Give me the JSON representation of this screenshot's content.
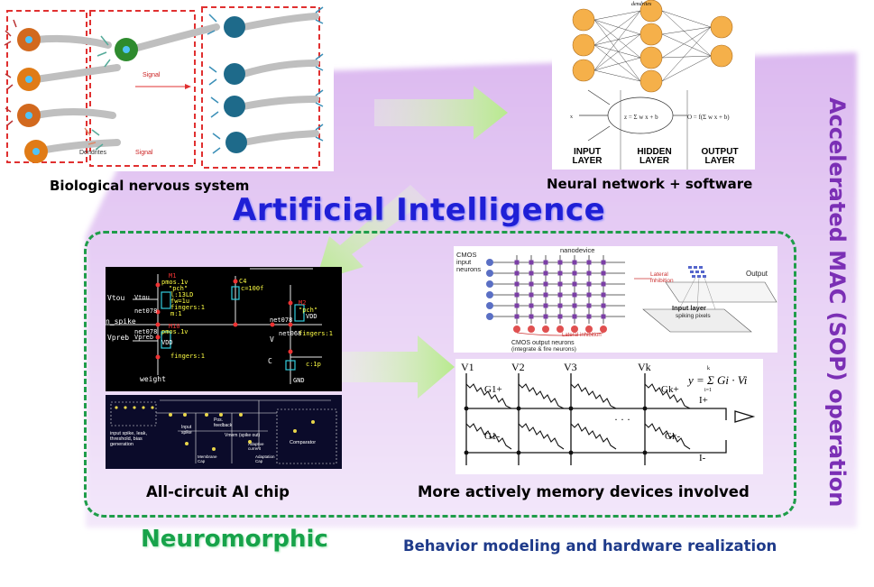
{
  "labels": {
    "biological": "Biological  nervous system",
    "neural_net": "Neural network + software",
    "artificial_intelligence": "Artificial Intelligence",
    "vertical": "Accelerated MAC (SOP) operation",
    "all_circuit": "All-circuit AI chip",
    "memory_devices": "More actively memory devices involved",
    "neuromorphic": "Neuromorphic",
    "behavior": "Behavior modeling and hardware realization"
  },
  "nn_image": {
    "dendrites": "dendrites",
    "input_layer": [
      "INPUT",
      "LAYER"
    ],
    "hidden_layer": [
      "HIDDEN",
      "LAYER"
    ],
    "output_layer": [
      "OUTPUT",
      "LAYER"
    ]
  },
  "bio_image": {
    "signal_1": "Signal",
    "signal_2": "Signal",
    "dendrites": "Dendrites"
  },
  "crossbar_image": {
    "cmos_input": [
      "CMOS",
      "input",
      "neurons"
    ],
    "nanodevice": "nanodevice",
    "lateral_inhibition": "Lateral inhibition",
    "lateral_inhibition_2": [
      "Lateral",
      "inhibition"
    ],
    "output": "Output",
    "input_layer": "Input layer",
    "spiking_pixels": "spiking pixels",
    "cmos_output": "CMOS output neurons",
    "cmos_output_2": "(integrate & fire neurons)"
  },
  "circuit_image": {
    "vtou": "Vtou",
    "vpreb": "Vpreb",
    "n_spike": "n_spike",
    "weight": "weight",
    "vmem": "V",
    "cmem": "C",
    "gnd": "GND",
    "c4": "C4",
    "c100": "c=100f",
    "c1p": "c:1p",
    "m1": "M1",
    "m2": "M2",
    "m10": "M10",
    "net078": "net078",
    "net068": "net068",
    "pmos": "pmos.1v",
    "pch": "\"pch\"",
    "vdd": "VDD",
    "w13": "l:13LD",
    "fw": "fw=1u",
    "fingers": "fingers:1",
    "m_1": "m:1"
  },
  "schematic_image": {
    "left_text": [
      "input spike, leak,",
      "threshold, bias",
      "generation"
    ],
    "pos_feedback": [
      "Pos.",
      "feedback"
    ],
    "input_spike": [
      "Input",
      "spike"
    ],
    "vmem_spike_out": "Vmem (spike out)",
    "adaptive": [
      "Adaptive",
      "current"
    ],
    "membrane": [
      "Membrane",
      "Cap"
    ],
    "comparator": "Comparator",
    "adaptation": [
      "Adaptation",
      "Cap"
    ]
  },
  "memory_image": {
    "v1": "V1",
    "v2": "V2",
    "v3": "V3",
    "vk": "Vk",
    "g1p": "G1+",
    "gkp": "Gk+",
    "g1m": "G1-",
    "gkm": "Gk-",
    "iplus": "I+",
    "iminus": "I-",
    "dots": "· · ·",
    "formula": "y = Σ Gi · Vi",
    "formula_lim": "i=1",
    "formula_top": "k"
  },
  "colors": {
    "panel": "#ead7f5",
    "ai_title": "#1f1fd6",
    "neuromorphic": "#17a34a",
    "vertical": "#7b2fb5",
    "behavior": "#1e3a8a",
    "arrow": "#c8f0a8",
    "dashed_red": "#e03030",
    "dashed_green": "#1f9d4a"
  }
}
